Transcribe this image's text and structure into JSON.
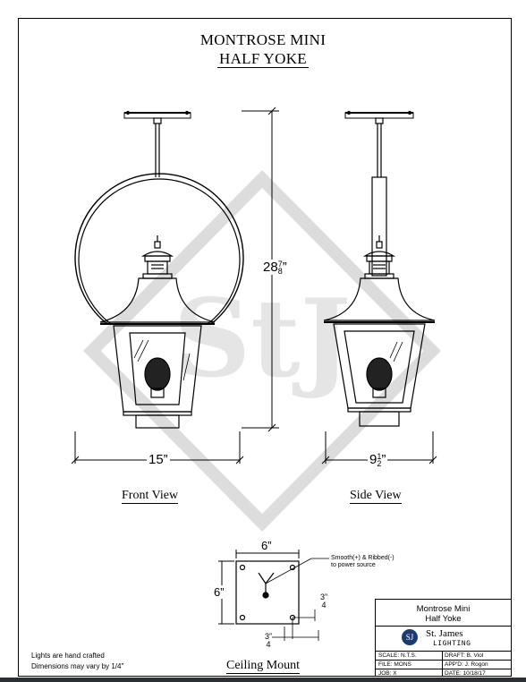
{
  "sheet": {
    "title_line1": "MONTROSE MINI",
    "title_line2": "HALF YOKE"
  },
  "front_view": {
    "caption": "Front View",
    "width_dim": "15”",
    "height_dim_whole": "28",
    "height_dim_num": "7",
    "height_dim_den": "8",
    "height_dim_mark": "”"
  },
  "side_view": {
    "caption": "Side View",
    "width_dim_whole": "9",
    "width_dim_num": "1",
    "width_dim_den": "2",
    "width_dim_mark": "”"
  },
  "ceiling_mount": {
    "caption": "Ceiling Mount",
    "width_dim": "6”",
    "height_dim": "6”",
    "callout_line1": "Smooth(+) & Ribbed(-)",
    "callout_line2": "to power source",
    "offset_right_num": "3",
    "offset_right_den": "4",
    "offset_right_mark": "”",
    "offset_bottom_num": "3",
    "offset_bottom_den": "4",
    "offset_bottom_mark": "”"
  },
  "notes": {
    "line1": "Lights are hand crafted",
    "line2": "Dimensions may vary by 1/4\""
  },
  "title_block": {
    "product_line1": "Montrose Mini",
    "product_line2": "Half Yoke",
    "company": "St. James",
    "division": "LIGHTING",
    "logo_text": "SJ",
    "scale_label": "SCALE:",
    "scale_value": "N.T.S.",
    "draft_label": "DRAFT:",
    "draft_value": "B. Viol",
    "file_label": "FILE:",
    "file_value": "MONS",
    "appd_label": "APP'D:",
    "appd_value": "J. Rogon",
    "job_label": "JOB:",
    "job_value": "X",
    "date_label": "DATE:",
    "date_value": "10/18/17"
  },
  "colors": {
    "line": "#000000",
    "watermark": "#d9d9d9",
    "logo": "#1d3b73"
  }
}
